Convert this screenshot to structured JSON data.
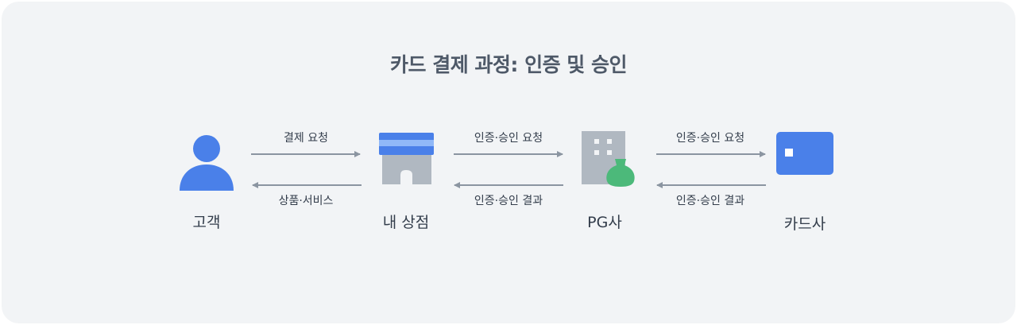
{
  "title": "카드 결제 과정: 인증 및 승인",
  "nodes": {
    "customer": "고객",
    "store": "내 상점",
    "pg": "PG사",
    "card_company": "카드사"
  },
  "arrows": {
    "customer_to_store": "결제 요청",
    "store_to_customer": "상품·서비스",
    "store_to_pg": "인증·승인 요청",
    "pg_to_store": "인증·승인 결과",
    "pg_to_card": "인증·승인 요청",
    "card_to_pg": "인증·승인 결과"
  },
  "colors": {
    "background": "#f2f4f6",
    "primary_blue": "#4a80e9",
    "light_blue": "#90b8f8",
    "gray": "#b0b8c1",
    "green": "#4cb97a",
    "arrow": "#8b95a1",
    "text": "#333d4b",
    "title": "#4e5968"
  },
  "icons": {
    "customer": "person-icon",
    "store": "storefront-icon",
    "pg": "building-money-bag-icon",
    "card_company": "credit-card-icon"
  }
}
